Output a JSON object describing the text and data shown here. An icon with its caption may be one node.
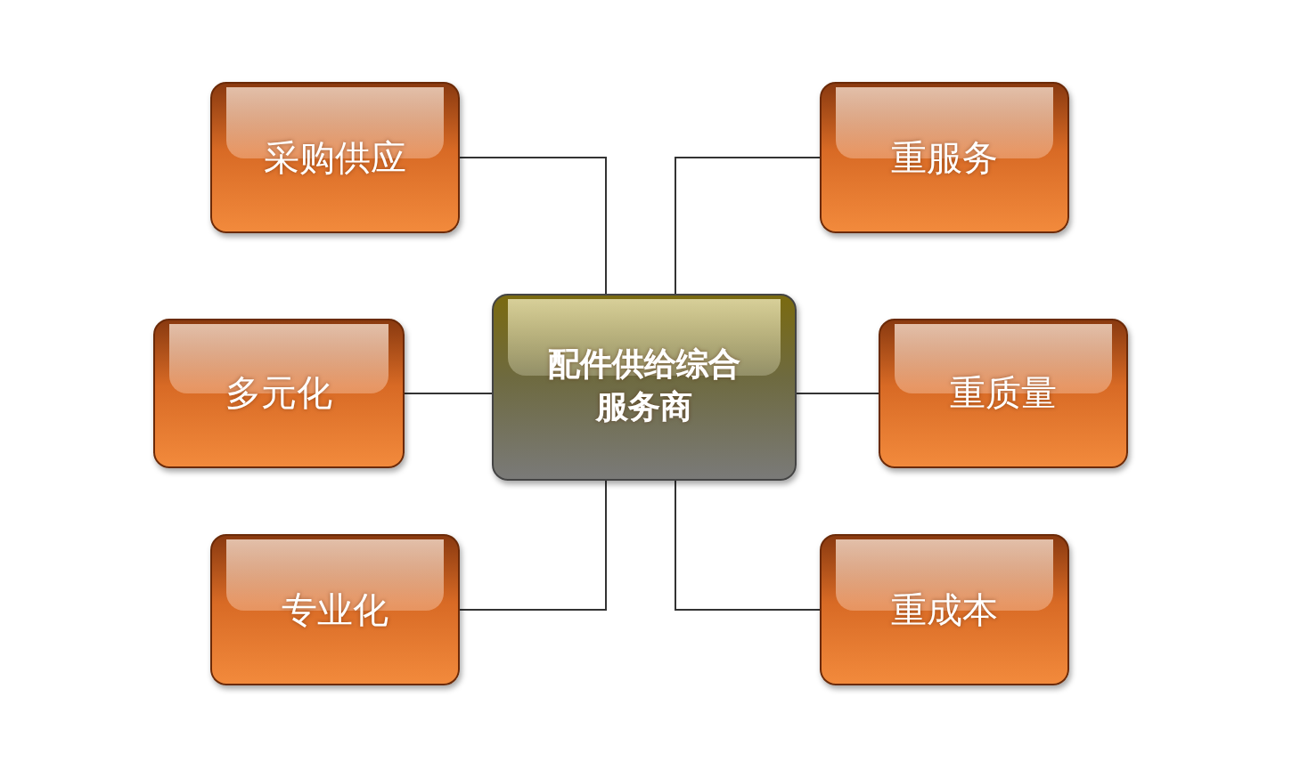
{
  "diagram": {
    "nodes": [
      {
        "text": [
          "采购供应"
        ]
      },
      {
        "text": [
          "重服务"
        ]
      },
      {
        "text": [
          "多元化"
        ]
      },
      {
        "text": [
          "配件供给综合服务商"
        ]
      },
      {
        "text": [
          "重质量"
        ]
      },
      {
        "text": [
          "专业化"
        ]
      },
      {
        "text": [
          "重成本"
        ]
      }
    ],
    "edges": [
      {
        "from": 3,
        "to": 0,
        "arrow": "none"
      },
      {
        "from": 3,
        "to": 1,
        "arrow": "none"
      },
      {
        "from": 3,
        "to": 2,
        "arrow": "none"
      },
      {
        "from": 3,
        "to": 4,
        "arrow": "none"
      },
      {
        "from": 3,
        "to": 5,
        "arrow": "none"
      },
      {
        "from": 3,
        "to": 6,
        "arrow": "none"
      }
    ]
  }
}
